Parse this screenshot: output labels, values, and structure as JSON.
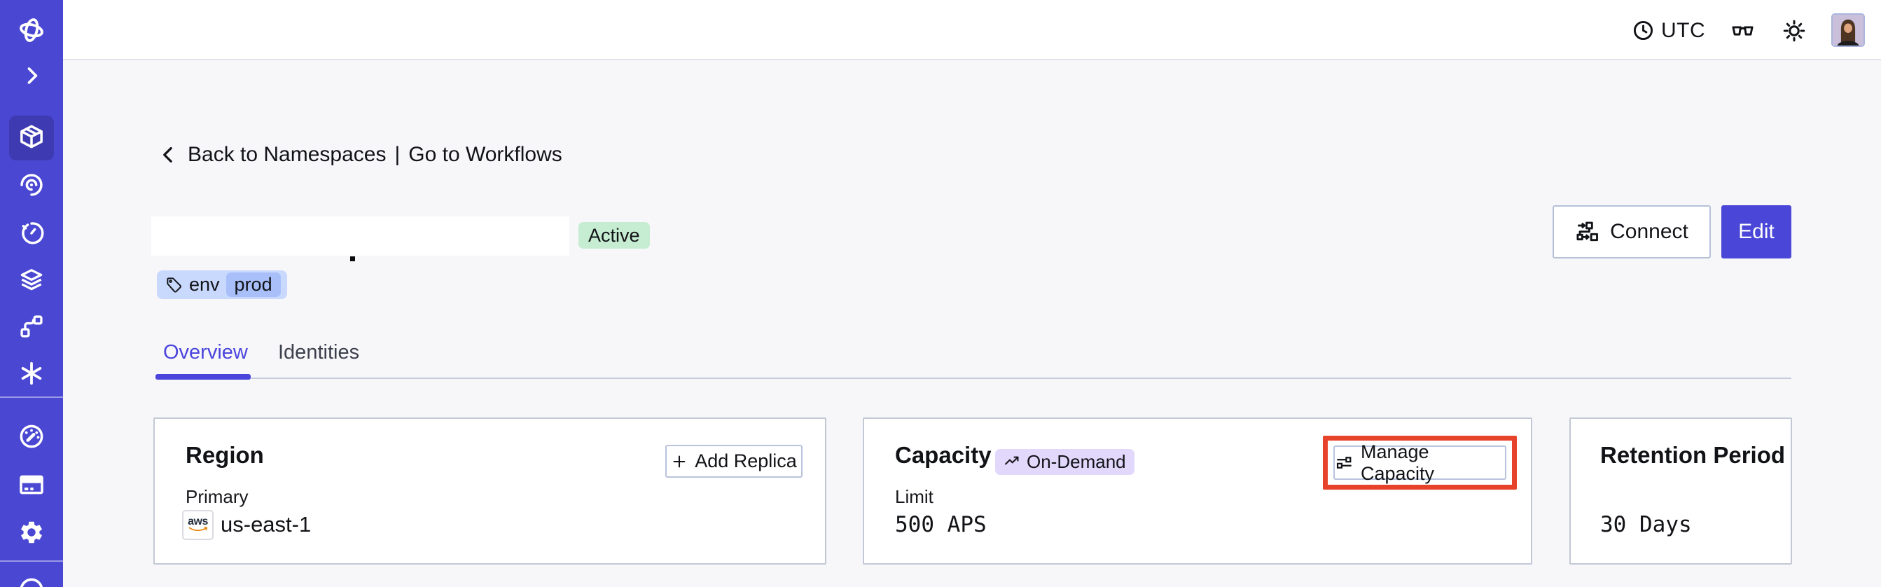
{
  "topbar": {
    "timezone_label": "UTC"
  },
  "sidebar": {
    "items": [
      "temporal-logo-icon",
      "expand-sidebar-icon",
      "namespaces-icon (active)",
      "workflows-icon",
      "schedules-icon",
      "deployments-icon",
      "batch-operations-icon",
      "nexus-icon",
      "usage-icon",
      "billing-icon",
      "settings-icon",
      "help-icon (partially visible)"
    ]
  },
  "breadcrumb": {
    "back_label": "Back to Namespaces",
    "separator": "|",
    "workflows_label": "Go to Workflows"
  },
  "page_header": {
    "status": "Active",
    "tag_key": "env",
    "tag_value": "prod",
    "connect_label": "Connect",
    "edit_label": "Edit"
  },
  "tabs": {
    "overview": "Overview",
    "identities": "Identities"
  },
  "region_card": {
    "title": "Region",
    "action_label": "Add Replica",
    "label": "Primary",
    "provider": "aws",
    "value": "us-east-1"
  },
  "capacity_card": {
    "title": "Capacity",
    "badge": "On-Demand",
    "action_label": "Manage Capacity",
    "label": "Limit",
    "value": "500 APS"
  },
  "retention_card": {
    "title": "Retention Period",
    "value": "30 Days"
  },
  "colors": {
    "sidebar": "#4A47D3",
    "sidebar_active": "#3E3BB2",
    "accent_indigo": "#4946D8",
    "status_badge_bg": "#C6EDD1",
    "ondemand_badge_bg": "#E2D8FC",
    "tag_bg": "#C9D8FD",
    "tag_inner_bg": "#A8BFFA",
    "highlight_annotation": "#E7432A",
    "aws_orange": "#E8860E",
    "page_bg": "#F7F7FA"
  }
}
